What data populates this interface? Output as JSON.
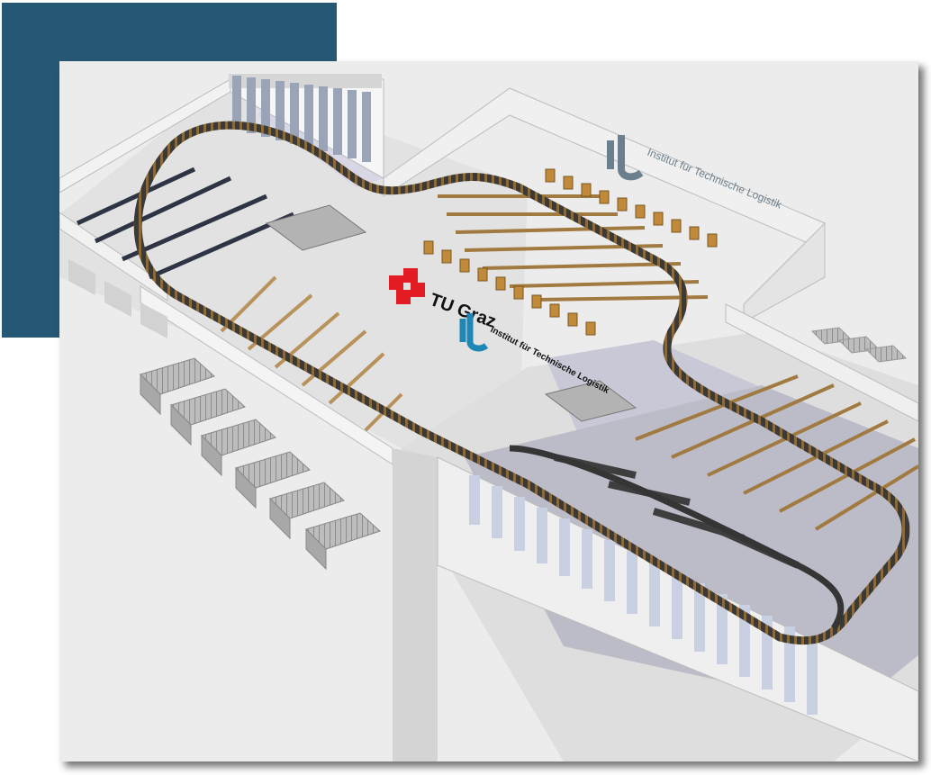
{
  "scene": {
    "tu_logo": "TU Graz",
    "itl_logo_small": "Institut für Technische Logistik",
    "itl_logo_wall": "Institut für Technische Logistik"
  },
  "colors": {
    "accent_block": "#245874",
    "floor": "#dcdcdc",
    "floor_dark": "#bcbcc8",
    "wall": "#f2f2f2",
    "wall_shadow": "#c6c6c6",
    "conveyor": "#3d3d3d",
    "chute": "#c4a06a",
    "tu_red": "#e31b23",
    "itl_blue": "#1f87b5",
    "itl_gray": "#7e8e98"
  }
}
